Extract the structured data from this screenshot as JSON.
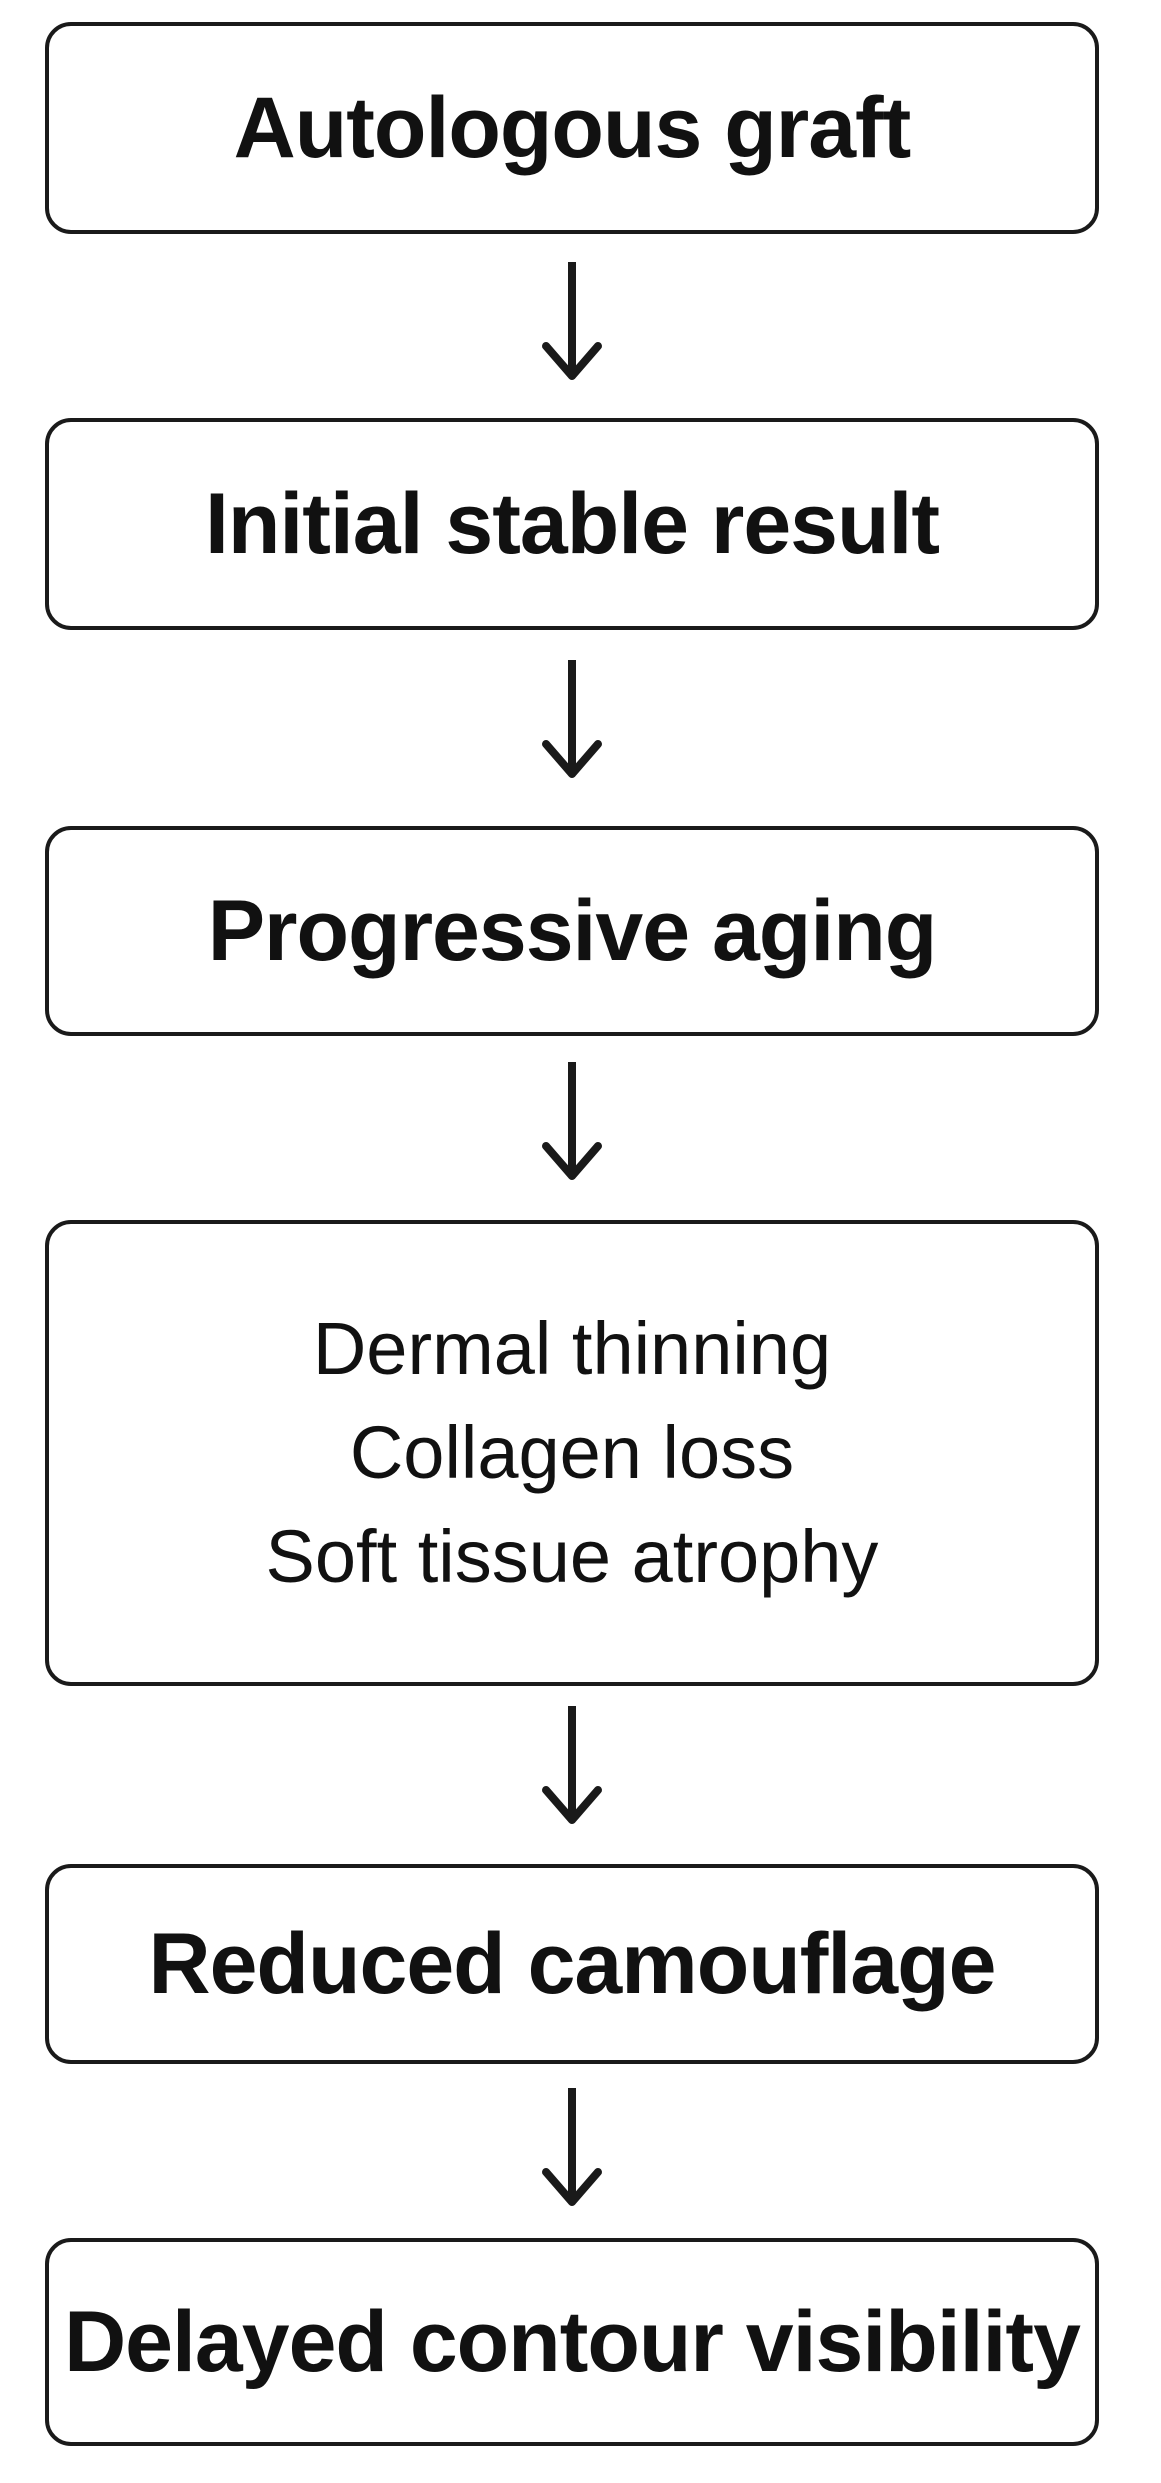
{
  "flowchart": {
    "nodes": [
      {
        "id": "autologous-graft",
        "label": "Autologous graft"
      },
      {
        "id": "initial-stable-result",
        "label": "Initial stable result"
      },
      {
        "id": "progressive-aging",
        "label": "Progressive aging"
      },
      {
        "id": "tissue-changes",
        "lines": [
          "Dermal thinning",
          "Collagen loss",
          "Soft tissue atrophy"
        ]
      },
      {
        "id": "reduced-camouflage",
        "label": "Reduced camouflage"
      },
      {
        "id": "delayed-contour-visibility",
        "label": "Delayed contour visibility"
      }
    ],
    "edges": [
      {
        "from": "autologous-graft",
        "to": "initial-stable-result"
      },
      {
        "from": "initial-stable-result",
        "to": "progressive-aging"
      },
      {
        "from": "progressive-aging",
        "to": "tissue-changes"
      },
      {
        "from": "tissue-changes",
        "to": "reduced-camouflage"
      },
      {
        "from": "reduced-camouflage",
        "to": "delayed-contour-visibility"
      }
    ],
    "colors": {
      "stroke": "#1a1a1a",
      "background": "#ffffff",
      "text": "#111111"
    }
  }
}
